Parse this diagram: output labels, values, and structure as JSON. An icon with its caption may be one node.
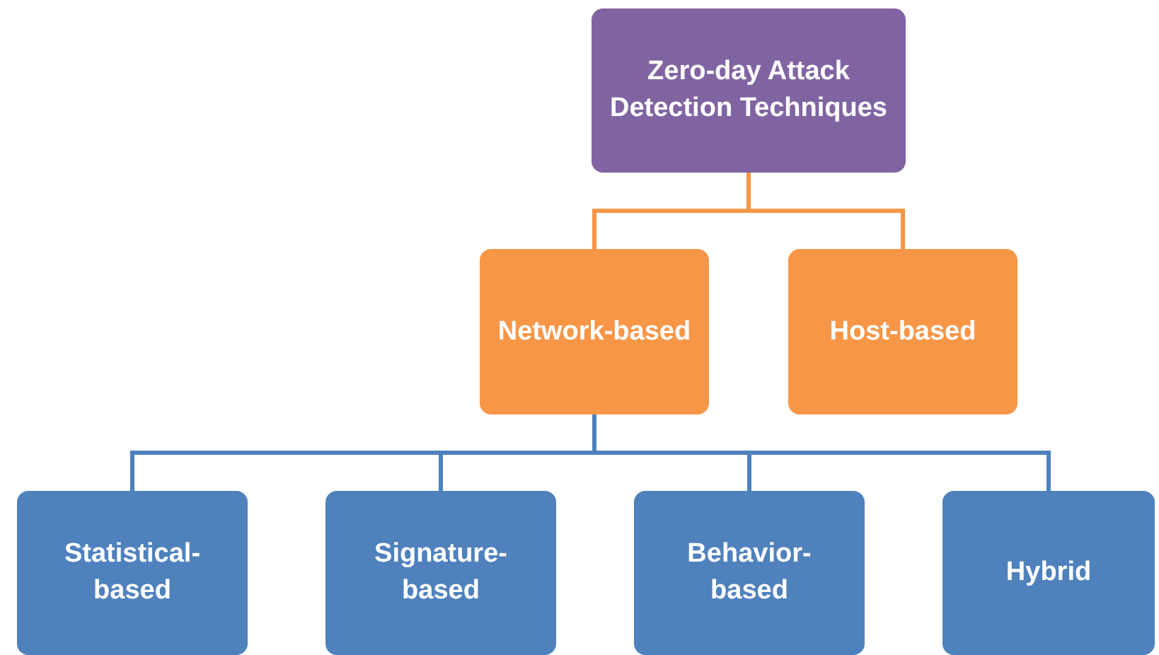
{
  "diagram": {
    "nodes": [
      {
        "text": [
          "Zero-day Attack Detection Techniques"
        ]
      },
      {
        "text": [
          "Network-based"
        ]
      },
      {
        "text": [
          "Host-based"
        ]
      },
      {
        "text": [
          "Statistical-based"
        ]
      },
      {
        "text": [
          "Signature-based"
        ]
      },
      {
        "text": [
          "Behavior-based"
        ]
      },
      {
        "text": [
          "Hybrid"
        ]
      }
    ],
    "edges": [
      {
        "from": 0,
        "to": 1,
        "arrow": "none",
        "color": "#f79646"
      },
      {
        "from": 0,
        "to": 2,
        "arrow": "none",
        "color": "#f79646"
      },
      {
        "from": 1,
        "to": 3,
        "arrow": "none"
      },
      {
        "from": 1,
        "to": 4,
        "arrow": "none"
      },
      {
        "from": 1,
        "to": 5,
        "arrow": "none"
      },
      {
        "from": 1,
        "to": 6,
        "arrow": "none"
      }
    ]
  }
}
